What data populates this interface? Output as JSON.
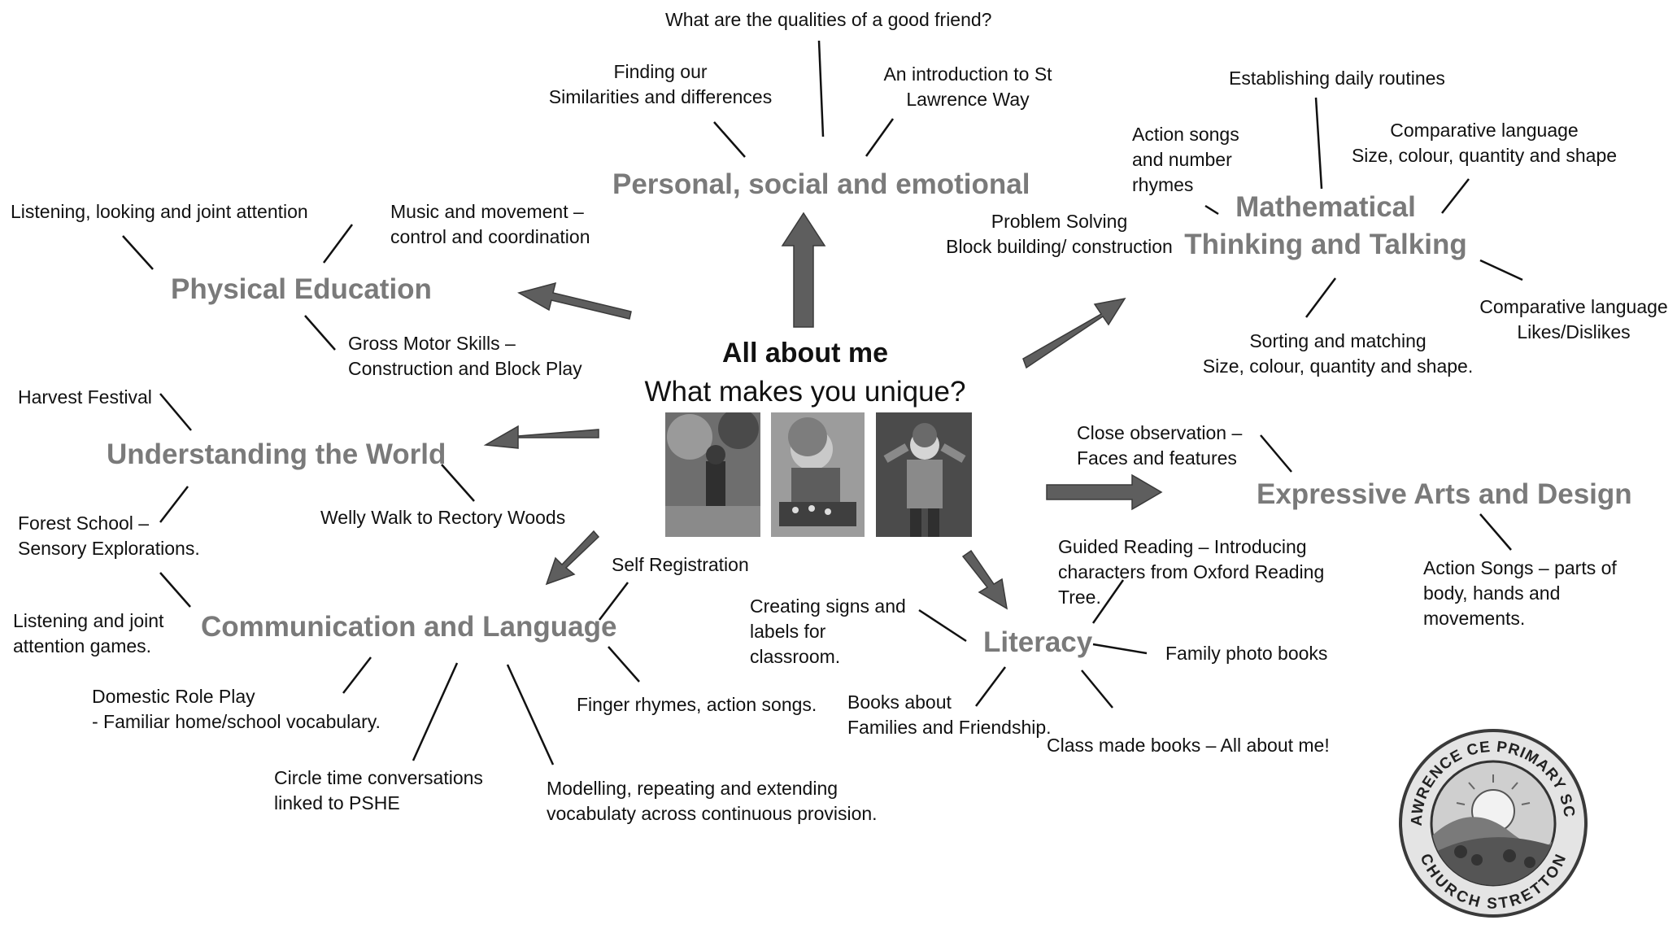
{
  "center": {
    "title": "All about me",
    "subtitle": "What makes you unique?"
  },
  "topics": {
    "pse": "Personal, social and emotional",
    "pe": "Physical Education",
    "math": "Mathematical\nThinking and Talking",
    "utw": "Understanding the World",
    "ead": "Expressive Arts and Design",
    "cl": "Communication and Language",
    "lit": "Literacy"
  },
  "notes": {
    "good_friend": "What are the qualities of a good friend?",
    "similarities": "Finding our\nSimilarities and differences",
    "st_lawrence_way": "An introduction to St\nLawrence Way",
    "daily_routines": "Establishing daily routines",
    "action_songs_number": "Action songs\nand number\nrhymes",
    "comparative_size": "Comparative language\nSize, colour, quantity and shape",
    "problem_solving": "Problem Solving\nBlock building/ construction",
    "comparative_likes": "Comparative language\nLikes/Dislikes",
    "sorting": "Sorting and matching\nSize, colour, quantity and shape.",
    "listening_looking": "Listening, looking and joint attention",
    "music_movement": "Music and movement –\ncontrol and coordination",
    "gross_motor": "Gross Motor Skills –\nConstruction and Block Play",
    "harvest": "Harvest Festival",
    "welly_walk": "Welly Walk to Rectory Woods",
    "forest_school": "Forest School –\nSensory Explorations.",
    "close_observation": "Close observation –\nFaces and features",
    "action_songs_body": "Action Songs – parts of\nbody, hands  and\nmovements.",
    "guided_reading": "Guided Reading – Introducing\ncharacters from Oxford Reading\nTree.",
    "signs_labels": "Creating signs and\nlabels for\nclassroom.",
    "family_photo": "Family photo books",
    "books_families": "Books about\nFamilies and Friendship.",
    "class_books": "Class made books – All about me!",
    "self_registration": "Self Registration",
    "listening_games": "Listening and joint\nattention games.",
    "domestic_role": "Domestic Role Play\n- Familiar home/school vocabulary.",
    "finger_rhymes": "Finger rhymes, action songs.",
    "circle_time": "Circle time conversations\nlinked to PSHE",
    "modelling": "Modelling, repeating and extending\n vocabulaty across continuous provision."
  },
  "logo": {
    "school": "ST. LAWRENCE CE PRIMARY SCHOOL",
    "town": "CHURCH STRETTON"
  },
  "colors": {
    "topic": "#7a7a7a",
    "arrow": "#5e5e5e",
    "text": "#111111"
  }
}
